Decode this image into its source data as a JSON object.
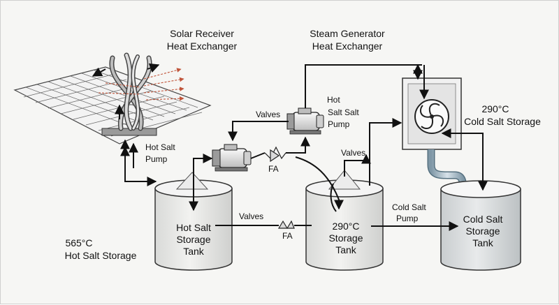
{
  "labels": {
    "solar_receiver": [
      "Solar Receiver",
      "Heat Exchanger"
    ],
    "steam_generator": [
      "Steam Generator",
      "Heat Exchanger"
    ],
    "hot_salt_pump_top": [
      "Hot",
      "Salt Salt",
      "Pump"
    ],
    "hot_salt_pump_left": [
      "Hot Salt",
      "Pump"
    ],
    "valves_top": "Valves",
    "valves_small": "Valves",
    "valves_bottom": "Valves",
    "fa_top": "FA",
    "fa_bottom": "FA",
    "cold_salt_pump": [
      "Cold Salt",
      "Pump"
    ],
    "cold_storage_temp": [
      "290°C",
      "Cold Salt Storage"
    ],
    "hot_storage_temp": [
      "565°C",
      "Hot Salt Storage"
    ]
  },
  "tanks": {
    "hot": [
      "Hot Salt",
      "Storage",
      "Tank"
    ],
    "middle": [
      "290°C",
      "Storage",
      "Tank"
    ],
    "cold": [
      "Cold Salt",
      "Storage",
      "Tank"
    ]
  },
  "colors": {
    "line": "#111111",
    "tank_fill": "#e7e8e6",
    "steel": "#8fa6b4",
    "heat_ray": "#c0543a"
  }
}
